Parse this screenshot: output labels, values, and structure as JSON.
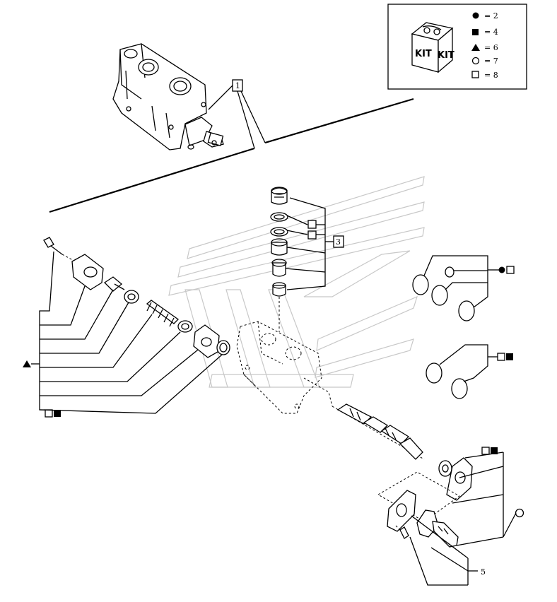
{
  "legend": {
    "items": [
      {
        "symbol": "filled-circle",
        "text": "= 2"
      },
      {
        "symbol": "filled-square",
        "text": "= 4"
      },
      {
        "symbol": "filled-triangle",
        "text": "= 6"
      },
      {
        "symbol": "open-circle",
        "text": "= 7"
      },
      {
        "symbol": "open-square",
        "text": "= 8"
      }
    ],
    "kit_label_left": "KIT",
    "kit_label_right": "KIT"
  },
  "callouts": {
    "reference_1": "1",
    "reference_3": "3",
    "reference_5": "5"
  },
  "colors": {
    "line": "#000000",
    "watermark": "#c8c8c8",
    "background": "#ffffff"
  }
}
